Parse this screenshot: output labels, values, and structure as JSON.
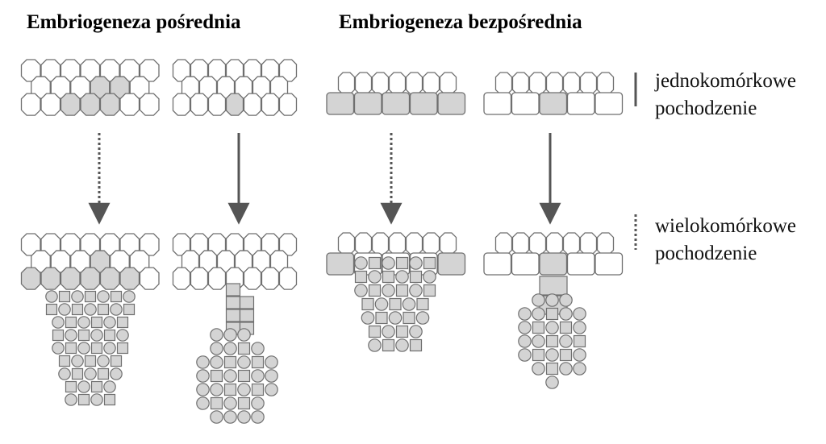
{
  "headings": {
    "indirect": "Embriogeneza pośrednia",
    "direct": "Embriogeneza bezpośrednia"
  },
  "legend": {
    "unicellular_line1": "jednokomórkowe",
    "unicellular_line2": "pochodzenie",
    "multicellular_line1": "wielokomórkowe",
    "multicellular_line2": "pochodzenie"
  },
  "colors": {
    "cell_fill": "#ffffff",
    "embryo_cell_fill": "#d4d4d4",
    "outline": "#6f6f6f",
    "arrow": "#555555"
  }
}
